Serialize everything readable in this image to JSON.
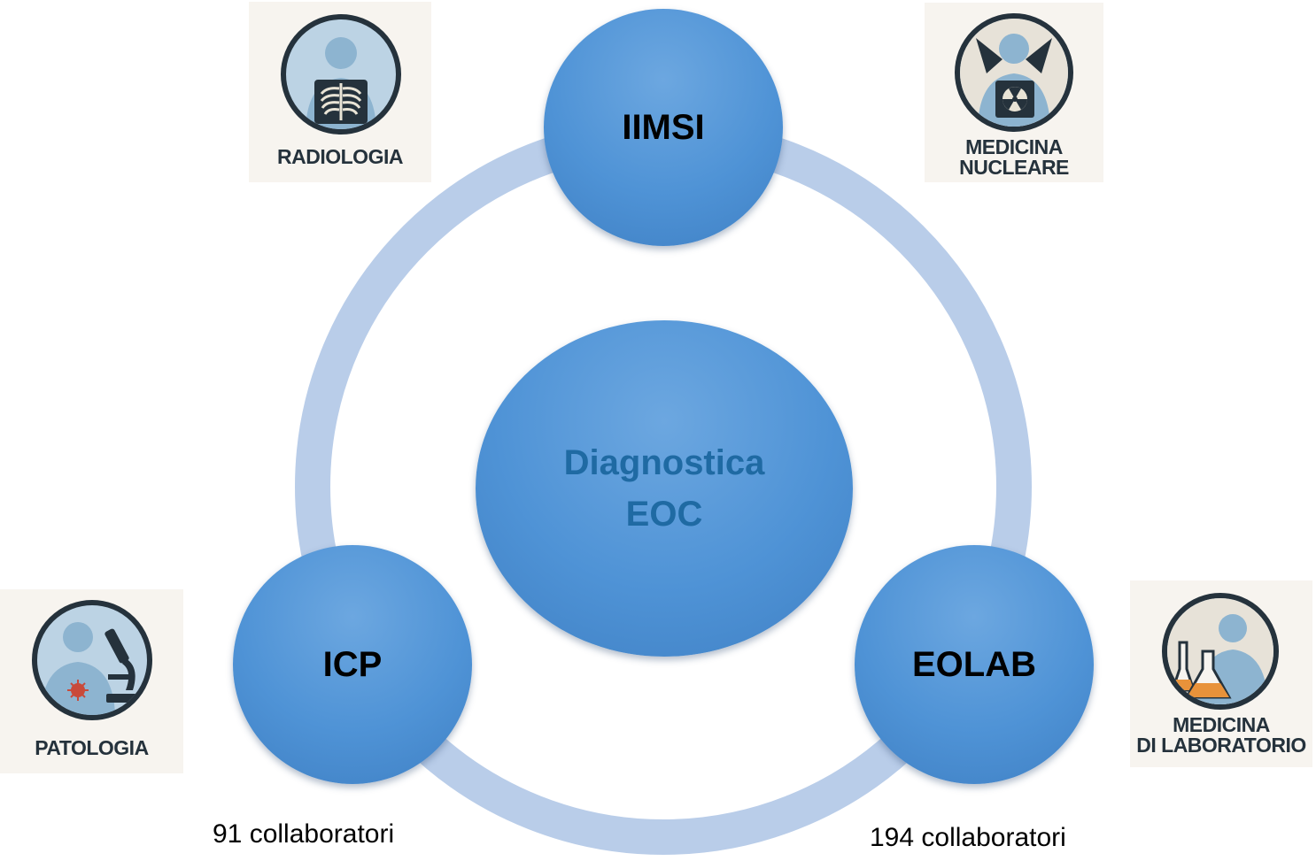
{
  "center": {
    "label": "Diagnostica\nEOC"
  },
  "nodes": {
    "top": {
      "label": "IIMSI"
    },
    "left": {
      "label": "ICP"
    },
    "right": {
      "label": "EOLAB"
    }
  },
  "badges": {
    "radiologia": {
      "caption": "RADIOLOGIA",
      "icon": "xray-person-icon"
    },
    "nucleare": {
      "caption": "MEDICINA\nNUCLEARE",
      "icon": "radiation-person-icon"
    },
    "patologia": {
      "caption": "PATOLOGIA",
      "icon": "microscope-person-icon"
    },
    "laboratorio": {
      "caption": "MEDICINA\nDI LABORATORIO",
      "icon": "lab-flask-person-icon"
    }
  },
  "counts": {
    "icp": "91 collaboratori",
    "eolab": "194 collaboratori"
  },
  "colors": {
    "ring": "#b9cde9",
    "node": "#4f93d6",
    "center_text": "#1f6aa3",
    "badge_dark": "#25323c",
    "badge_bg": "#f7f4ef"
  }
}
